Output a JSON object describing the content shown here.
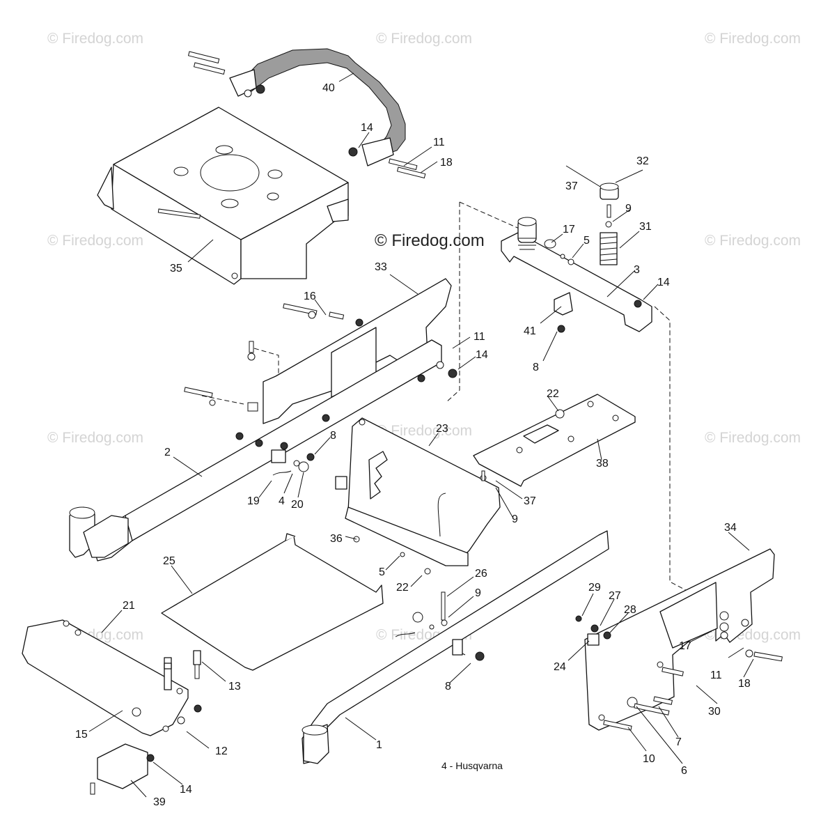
{
  "watermark": {
    "small": "© Firedog.com",
    "main": "© Firedog.com"
  },
  "caption": "4 - Husqvarna",
  "parts": {
    "p1": "1",
    "p2": "2",
    "p3": "3",
    "p4a": "4",
    "p5a": "5",
    "p5b": "5",
    "p6": "6",
    "p7": "7",
    "p8a": "8",
    "p8b": "8",
    "p8c": "8",
    "p9a": "9",
    "p9b": "9",
    "p9c": "9",
    "p10": "10",
    "p11a": "11",
    "p11b": "11",
    "p11c": "11",
    "p12": "12",
    "p13": "13",
    "p14a": "14",
    "p14b": "14",
    "p14c": "14",
    "p14d": "14",
    "p15": "15",
    "p16": "16",
    "p17a": "17",
    "p17b": "17",
    "p18a": "18",
    "p18b": "18",
    "p19": "19",
    "p20": "20",
    "p21": "21",
    "p22a": "22",
    "p22b": "22",
    "p23": "23",
    "p24": "24",
    "p25": "25",
    "p26": "26",
    "p27": "27",
    "p28": "28",
    "p29": "29",
    "p30": "30",
    "p31": "31",
    "p32": "32",
    "p33": "33",
    "p34": "34",
    "p35": "35",
    "p36": "36",
    "p37a": "37",
    "p37b": "37",
    "p38": "38",
    "p39": "39",
    "p40": "40",
    "p41": "41"
  }
}
